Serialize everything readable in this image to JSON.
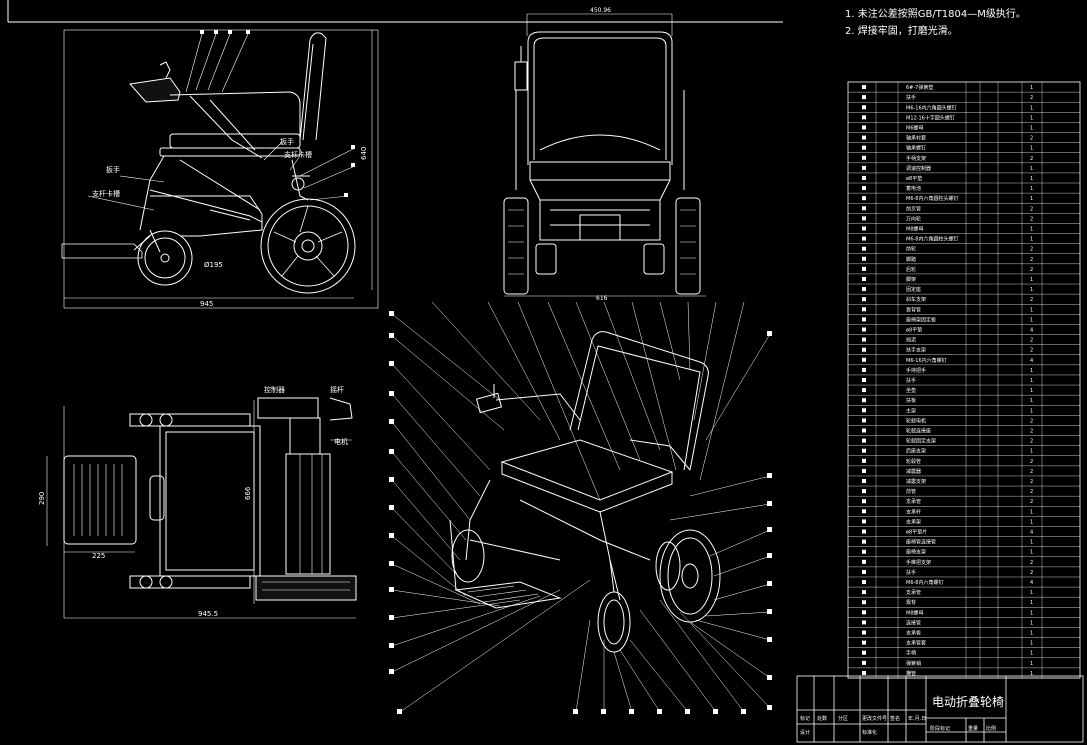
{
  "notes": [
    "1. 未注公差按照GB/T1804—M级执行。",
    "2. 焊接牢固，打磨光滑。"
  ],
  "side_view": {
    "dim_width": "945",
    "dim_wheel": "Ø195",
    "dim_height": "640",
    "labels": [
      "扳手",
      "支杆卡槽",
      "扳手",
      "支杆卡槽"
    ]
  },
  "front_view": {
    "dim_top": "450.96",
    "dim_bottom": "616"
  },
  "top_view": {
    "dim_height": "666",
    "dim_width": "945.5",
    "dim_pad_h": "290",
    "dim_pad_w": "225",
    "labels": [
      "控制器",
      "摇杆",
      "电机"
    ]
  },
  "bom": {
    "rows": [
      {
        "name": "6#-7弹簧垫",
        "qty": "1"
      },
      {
        "name": "扶手",
        "qty": "2"
      },
      {
        "name": "M6-16内六角圆头螺钉",
        "qty": "1"
      },
      {
        "name": "M12-16十字圆头螺钉",
        "qty": "1"
      },
      {
        "name": "M6螺母",
        "qty": "1"
      },
      {
        "name": "轴承衬套",
        "qty": "2"
      },
      {
        "name": "轴承螺钉",
        "qty": "1"
      },
      {
        "name": "手柄支架",
        "qty": "2"
      },
      {
        "name": "调速控制器",
        "qty": "1"
      },
      {
        "name": "ø8平垫",
        "qty": "1"
      },
      {
        "name": "蓄电池",
        "qty": "1"
      },
      {
        "name": "M6-8内六角圆柱头螺钉",
        "qty": "1"
      },
      {
        "name": "前叉管",
        "qty": "2"
      },
      {
        "name": "万向轮",
        "qty": "2"
      },
      {
        "name": "M8螺母",
        "qty": "1"
      },
      {
        "name": "M6-8内六角圆柱头螺钉",
        "qty": "1"
      },
      {
        "name": "前轮",
        "qty": "2"
      },
      {
        "name": "脚踏",
        "qty": "2"
      },
      {
        "name": "后轮",
        "qty": "2"
      },
      {
        "name": "脚架",
        "qty": "1"
      },
      {
        "name": "固定座",
        "qty": "1"
      },
      {
        "name": "刹车支架",
        "qty": "2"
      },
      {
        "name": "靠背管",
        "qty": "1"
      },
      {
        "name": "座椅架固定板",
        "qty": "1"
      },
      {
        "name": "ø8平垫",
        "qty": "4"
      },
      {
        "name": "挡泥",
        "qty": "2"
      },
      {
        "name": "扶手支架",
        "qty": "2"
      },
      {
        "name": "M6-16内六角螺钉",
        "qty": "4"
      },
      {
        "name": "手持把手",
        "qty": "1"
      },
      {
        "name": "扶手",
        "qty": "1"
      },
      {
        "name": "坐垫",
        "qty": "1"
      },
      {
        "name": "扶板",
        "qty": "1"
      },
      {
        "name": "主架",
        "qty": "1"
      },
      {
        "name": "轮毂电机",
        "qty": "2"
      },
      {
        "name": "轮毂连接座",
        "qty": "2"
      },
      {
        "name": "轮毂固定支架",
        "qty": "2"
      },
      {
        "name": "后座支架",
        "qty": "1"
      },
      {
        "name": "轮毂管",
        "qty": "2"
      },
      {
        "name": "减震器",
        "qty": "2"
      },
      {
        "name": "减震支架",
        "qty": "2"
      },
      {
        "name": "前管",
        "qty": "2"
      },
      {
        "name": "支承管",
        "qty": "2"
      },
      {
        "name": "支承杆",
        "qty": "1"
      },
      {
        "name": "支承架",
        "qty": "1"
      },
      {
        "name": "ø8平垫片",
        "qty": "4"
      },
      {
        "name": "座椅管连接管",
        "qty": "1"
      },
      {
        "name": "座椅支架",
        "qty": "1"
      },
      {
        "name": "手推把支架",
        "qty": "2"
      },
      {
        "name": "扶手",
        "qty": "2"
      },
      {
        "name": "M6-8内六角螺钉",
        "qty": "4"
      },
      {
        "name": "支承管",
        "qty": "1"
      },
      {
        "name": "靠背",
        "qty": "1"
      },
      {
        "name": "M8螺母",
        "qty": "1"
      },
      {
        "name": "连接管",
        "qty": "1"
      },
      {
        "name": "支承板",
        "qty": "1"
      },
      {
        "name": "支承管套",
        "qty": "1"
      },
      {
        "name": "手柄",
        "qty": "1"
      },
      {
        "name": "弹簧销",
        "qty": "1"
      },
      {
        "name": "横管",
        "qty": "1"
      }
    ]
  },
  "title_block": {
    "title": "电动折叠轮椅",
    "row1": [
      "标记",
      "处数",
      "分区",
      "更改文件号",
      "签名",
      "年.月.日"
    ],
    "row2": [
      "设计",
      "",
      "标准化"
    ],
    "stage": "阶段标记",
    "weight": "重量",
    "scale": "比例"
  }
}
